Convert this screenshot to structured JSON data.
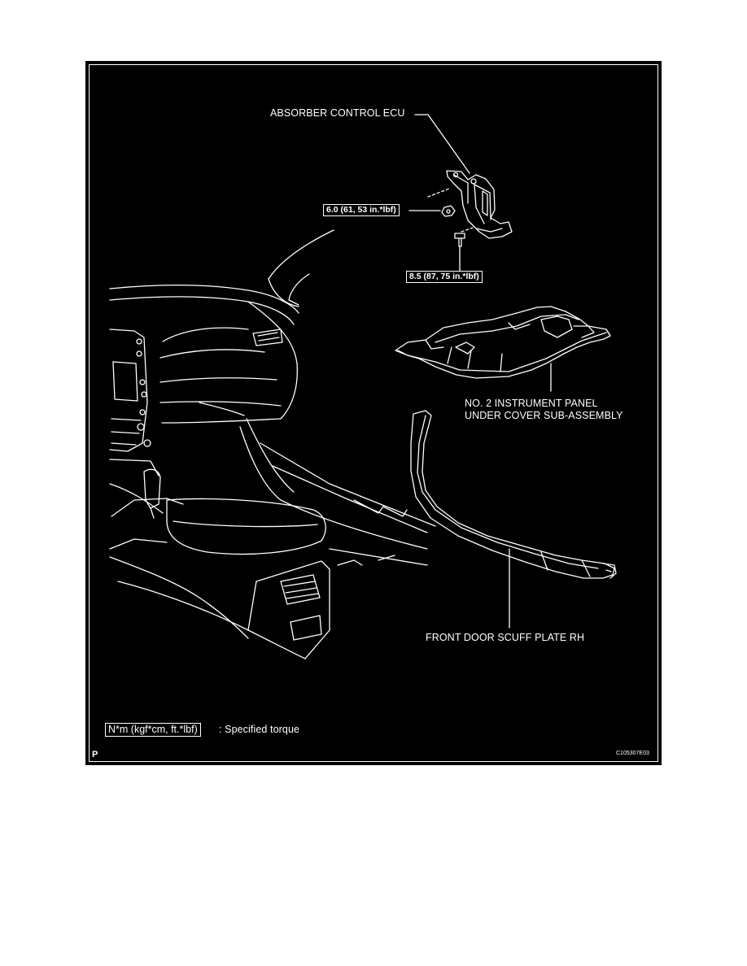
{
  "labels": {
    "absorber_ecu": "ABSORBER CONTROL ECU",
    "under_cover_line1": "NO. 2 INSTRUMENT PANEL",
    "under_cover_line2": "UNDER COVER SUB-ASSEMBLY",
    "scuff_plate": "FRONT DOOR SCUFF PLATE RH"
  },
  "torques": {
    "nut": "6.0 (61, 53 in.*lbf)",
    "bolt": "8.5 (87, 75 in.*lbf)"
  },
  "legend": {
    "unit_box": "N*m (kgf*cm, ft.*lbf)",
    "text": ": Specified torque"
  },
  "corner": {
    "letter": "P",
    "figure_code": "C105307E03"
  },
  "colors": {
    "background": "#000000",
    "line": "#ffffff",
    "page": "#ffffff"
  }
}
